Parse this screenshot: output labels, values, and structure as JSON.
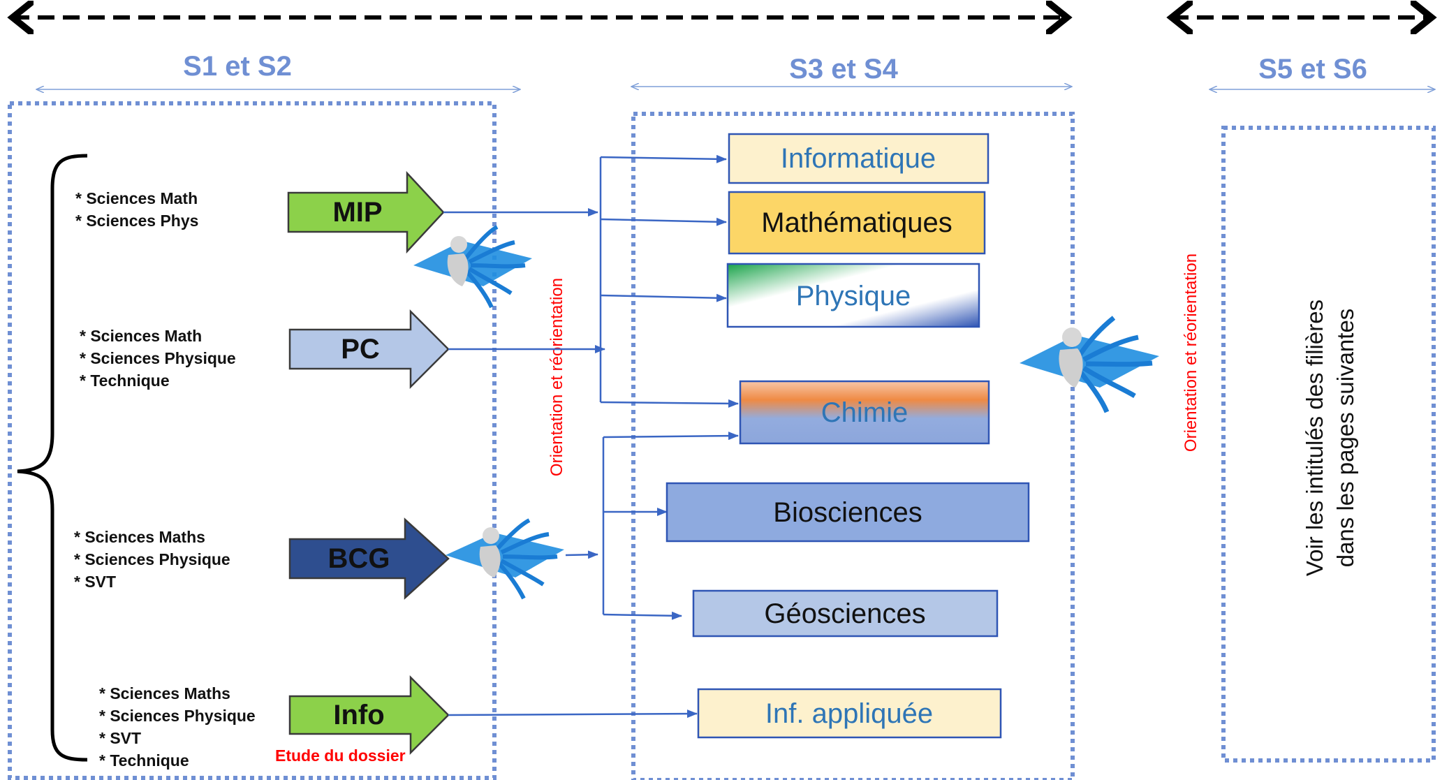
{
  "semesters": {
    "s12": "S1 et S2",
    "s34": "S3 et S4",
    "s56": "S5 et S6"
  },
  "prerequisites": {
    "mip": [
      "* Sciences Math",
      "* Sciences Phys"
    ],
    "pc": [
      "* Sciences Math",
      "* Sciences Physique",
      "* Technique"
    ],
    "bcg": [
      "* Sciences Maths",
      "* Sciences Physique",
      "* SVT"
    ],
    "info": [
      "* Sciences Maths",
      "* Sciences Physique",
      "* SVT",
      "* Technique"
    ]
  },
  "programs": {
    "mip": "MIP",
    "pc": "PC",
    "bcg": "BCG",
    "info": "Info"
  },
  "filieres": {
    "informatique": "Informatique",
    "mathematiques": "Mathématiques",
    "physique": "Physique",
    "chimie": "Chimie",
    "biosciences": "Biosciences",
    "geosciences": "Géosciences",
    "inf_appliquee": "Inf. appliquée"
  },
  "annotations": {
    "orientation": "Orientation et réorientation",
    "etude_dossier": "Etude du dossier",
    "side_note_line1": "Voir les intitulés des filières",
    "side_note_line2": "dans les pages suivantes"
  },
  "colors": {
    "semester_title": "#6f8fd3",
    "mip": "#8cd14a",
    "pc": "#b4c7e7",
    "bcg": "#2e4e8f",
    "info": "#8cd14a",
    "informatique": "#fdf1cd",
    "mathematiques": "#fcd667",
    "biosciences": "#8eaadf",
    "geosciences": "#b4c7e7",
    "inf_appliquee": "#fdf1cd",
    "annotation_red": "#ff0000",
    "connector": "#3a66c4"
  }
}
